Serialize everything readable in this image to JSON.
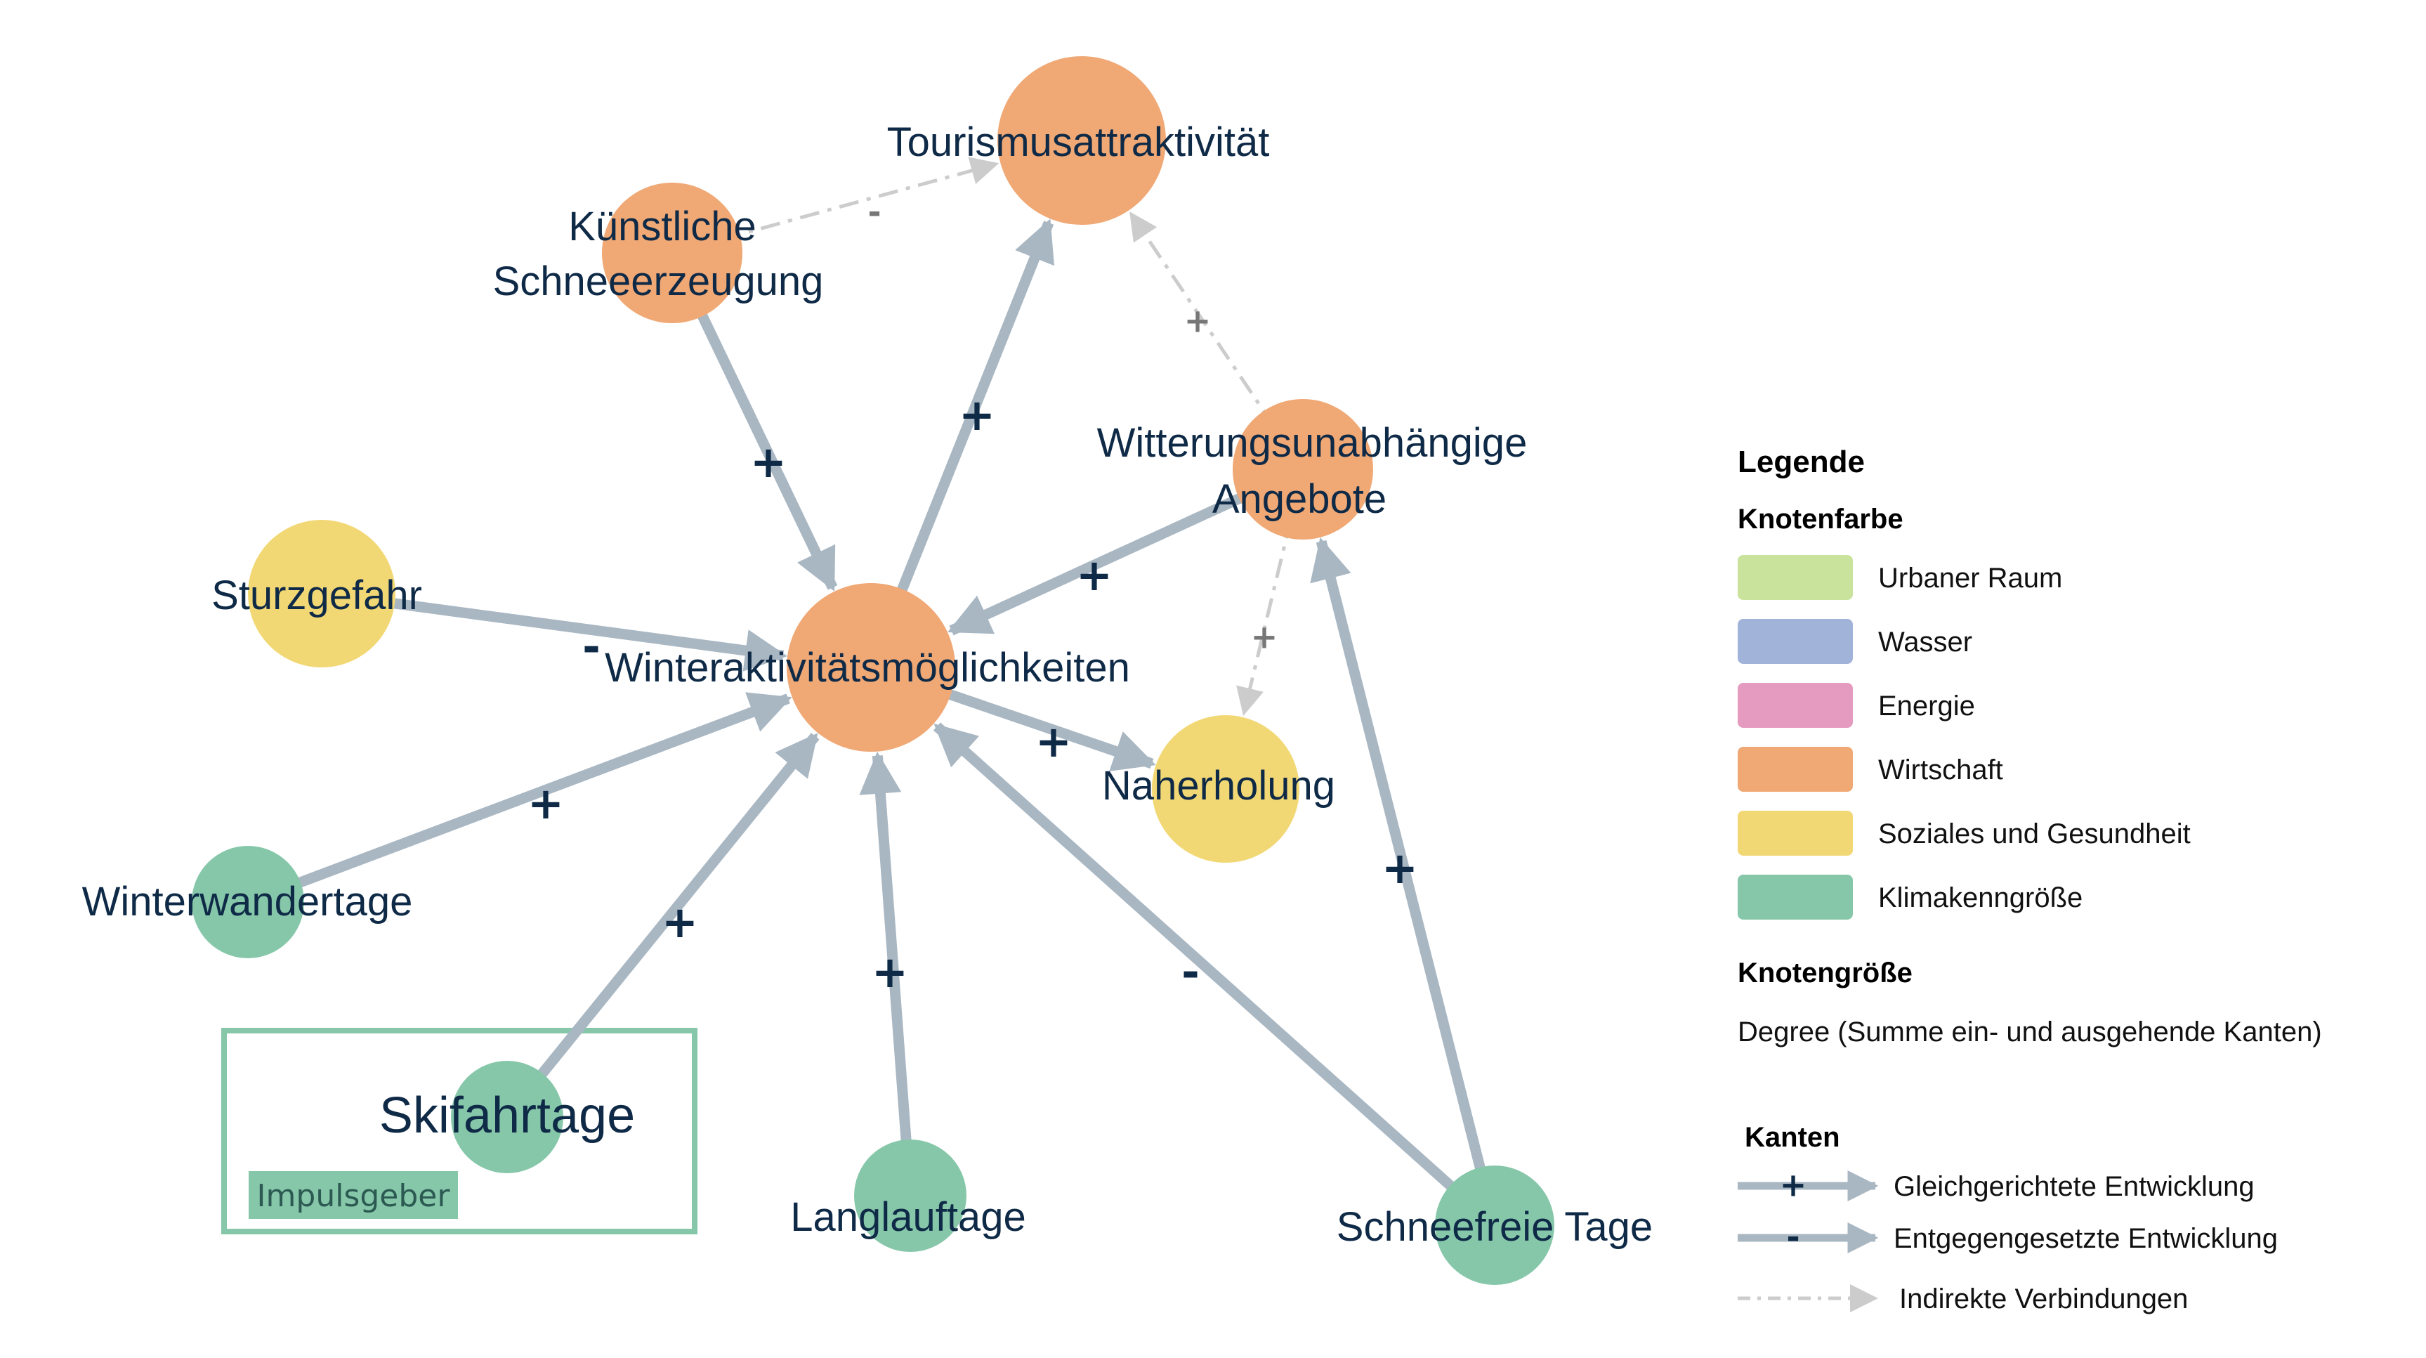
{
  "diagram": {
    "nodes": [
      {
        "id": "tourismus",
        "label_lines": [
          "Tourismusattraktivität"
        ],
        "category": "Wirtschaft",
        "color": "#f0a875"
      },
      {
        "id": "kuenstlich",
        "label_lines": [
          "Künstliche",
          "Schneeerzeugung"
        ],
        "category": "Wirtschaft",
        "color": "#f0a875"
      },
      {
        "id": "witterung",
        "label_lines": [
          "Witterungsunabhängige",
          "Angebote"
        ],
        "category": "Wirtschaft",
        "color": "#f0a875"
      },
      {
        "id": "winter",
        "label_lines": [
          "Winteraktivitätsmöglichkeiten"
        ],
        "category": "Wirtschaft",
        "color": "#f0a875"
      },
      {
        "id": "sturz",
        "label_lines": [
          "Sturzgefahr"
        ],
        "category": "Soziales und Gesundheit",
        "color": "#f2d875"
      },
      {
        "id": "naherholung",
        "label_lines": [
          "Naherholung"
        ],
        "category": "Soziales und Gesundheit",
        "color": "#f2d875"
      },
      {
        "id": "winterwander",
        "label_lines": [
          "Winterwandertage"
        ],
        "category": "Klimakenngröße",
        "color": "#86c7aa"
      },
      {
        "id": "skifahr",
        "label_lines": [
          "Skifahrtage"
        ],
        "category": "Klimakenngröße",
        "color": "#86c7aa"
      },
      {
        "id": "langlauf",
        "label_lines": [
          "Langlauftage"
        ],
        "category": "Klimakenngröße",
        "color": "#86c7aa"
      },
      {
        "id": "schneefrei",
        "label_lines": [
          "Schneefreie Tage"
        ],
        "category": "Klimakenngröße",
        "color": "#86c7aa"
      }
    ],
    "edges": [
      {
        "from": "kuenstlich",
        "to": "tourismus",
        "sign": "-",
        "type": "indirect"
      },
      {
        "from": "witterung",
        "to": "tourismus",
        "sign": "+",
        "type": "indirect"
      },
      {
        "from": "witterung",
        "to": "naherholung",
        "sign": "+",
        "type": "indirect"
      },
      {
        "from": "kuenstlich",
        "to": "winter",
        "sign": "+",
        "type": "direct"
      },
      {
        "from": "winter",
        "to": "tourismus",
        "sign": "+",
        "type": "direct"
      },
      {
        "from": "witterung",
        "to": "winter",
        "sign": "+",
        "type": "direct"
      },
      {
        "from": "sturz",
        "to": "winter",
        "sign": "-",
        "type": "direct"
      },
      {
        "from": "winter",
        "to": "naherholung",
        "sign": "+",
        "type": "direct"
      },
      {
        "from": "winterwander",
        "to": "winter",
        "sign": "+",
        "type": "direct"
      },
      {
        "from": "skifahr",
        "to": "winter",
        "sign": "+",
        "type": "direct"
      },
      {
        "from": "langlauf",
        "to": "winter",
        "sign": "+",
        "type": "direct"
      },
      {
        "from": "schneefrei",
        "to": "winter",
        "sign": "-",
        "type": "direct"
      },
      {
        "from": "schneefrei",
        "to": "witterung",
        "sign": "+",
        "type": "direct"
      }
    ],
    "impulse_label": "Impulsgeber",
    "impulse_color": "#86c7aa",
    "edge_color": "#a9b7c3",
    "indirect_edge_color": "#cccccc"
  },
  "legend": {
    "title": "Legende",
    "node_color_title": "Knotenfarbe",
    "categories": [
      {
        "label": "Urbaner Raum",
        "color": "#c9e39c"
      },
      {
        "label": "Wasser",
        "color": "#a2b3d9"
      },
      {
        "label": "Energie",
        "color": "#e59ac0"
      },
      {
        "label": "Wirtschaft",
        "color": "#f0a875"
      },
      {
        "label": "Soziales und Gesundheit",
        "color": "#f2d875"
      },
      {
        "label": "Klimakenngröße",
        "color": "#86c7aa"
      }
    ],
    "node_size_title": "Knotengröße",
    "node_size_text": "Degree (Summe ein- und ausgehende Kanten)",
    "edges_title": "Kanten",
    "edge_types": [
      {
        "sign": "+",
        "label": "Gleichgerichtete Entwicklung"
      },
      {
        "sign": "-",
        "label": "Entgegengesetzte Entwicklung"
      },
      {
        "sign": "",
        "label": "Indirekte Verbindungen"
      }
    ]
  }
}
